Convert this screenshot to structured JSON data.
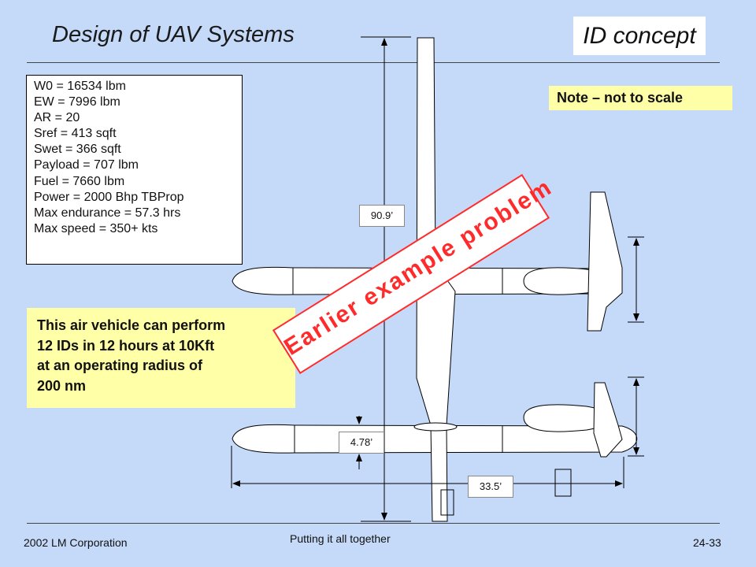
{
  "slide": {
    "title": "Design of UAV Systems",
    "concept_label": "ID concept",
    "note": "Note – not to scale"
  },
  "specs": [
    "W0 = 16534 lbm",
    "EW = 7996 lbm",
    "AR = 20",
    "Sref = 413 sqft",
    "Swet = 366 sqft",
    "Payload = 707 lbm",
    "Fuel = 7660 lbm",
    "Power = 2000 Bhp TBProp",
    "Max endurance = 57.3 hrs",
    "Max speed = 350+ kts"
  ],
  "capability": [
    "This air vehicle can perform",
    "12 IDs in 12 hours at 10Kft",
    "at an operating radius of",
    "200 nm"
  ],
  "dimensions": {
    "span": "90.9’",
    "chord": "4.78’",
    "length": "33.5’"
  },
  "stamp": "Earlier example problem",
  "footer": {
    "copyright": " 2002 LM Corporation",
    "center": "Putting it all together",
    "page": "24-33"
  },
  "colors": {
    "background": "#c5d9f8",
    "note_fill": "#ffffa8",
    "stamp": "#ff2b2b"
  }
}
